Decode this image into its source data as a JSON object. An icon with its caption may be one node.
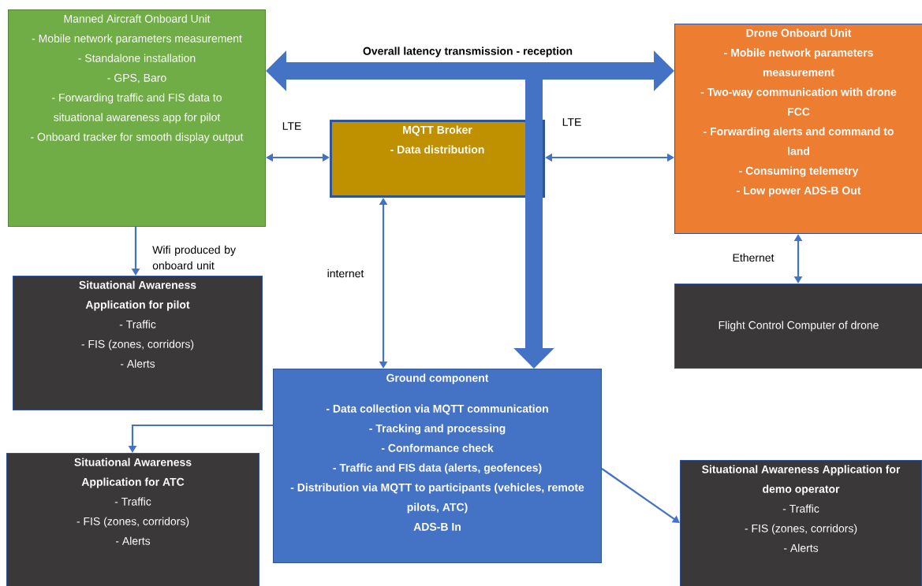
{
  "diagram": {
    "nodes": [
      {
        "text": [
          "Manned Aircraft Onboard Unit",
          "- Mobile network parameters measurement",
          "- Standalone installation",
          "- GPS, Baro",
          "- Forwarding traffic and FIS data to situational awareness app for pilot",
          "- Onboard tracker for smooth display output"
        ]
      },
      {
        "text": [
          "MQTT Broker",
          "- Data distribution"
        ]
      },
      {
        "text": [
          "Drone Onboard Unit",
          "- Mobile network parameters measurement",
          "- Two-way communication with drone FCC",
          "- Forwarding alerts and command to land",
          "- Consuming telemetry",
          "- Low power ADS-B Out"
        ]
      },
      {
        "text": [
          "Situational Awareness Application for pilot",
          "- Traffic",
          "- FIS (zones, corridors)",
          "- Alerts"
        ]
      },
      {
        "text": [
          "Flight Control Computer of drone"
        ]
      },
      {
        "text": [
          "Ground component",
          "- Data collection via MQTT communication",
          "- Tracking and processing",
          "- Conformance check",
          "- Traffic and FIS data (alerts, geofences)",
          "- Distribution via MQTT to participants (vehicles, remote pilots, ATC)",
          "ADS-B In"
        ]
      },
      {
        "text": [
          "Situational Awareness Application for ATC",
          "- Traffic",
          "- FIS (zones, corridors)",
          "- Alerts"
        ]
      },
      {
        "text": [
          "Situational Awareness Application for demo operator",
          "- Traffic",
          "- FIS (zones, corridors)",
          "- Alerts"
        ]
      }
    ],
    "edges": [
      {
        "from": 0,
        "to": 2,
        "arrow": "both",
        "style": "thick",
        "label": "Overall latency transmission - reception"
      },
      {
        "from": null,
        "to": 5,
        "arrow": "to",
        "style": "thick"
      },
      {
        "from": 0,
        "to": 1,
        "arrow": "both",
        "label": "LTE"
      },
      {
        "from": 1,
        "to": 2,
        "arrow": "both",
        "label": "LTE"
      },
      {
        "from": 0,
        "to": 3,
        "arrow": "to",
        "label": "Wifi produced by onboard unit"
      },
      {
        "from": 1,
        "to": 5,
        "arrow": "both",
        "label": "internet"
      },
      {
        "from": 2,
        "to": 4,
        "arrow": "both",
        "label": "Ethernet"
      },
      {
        "from": 5,
        "to": 6,
        "arrow": "to"
      },
      {
        "from": 5,
        "to": 7,
        "arrow": "to"
      }
    ]
  }
}
